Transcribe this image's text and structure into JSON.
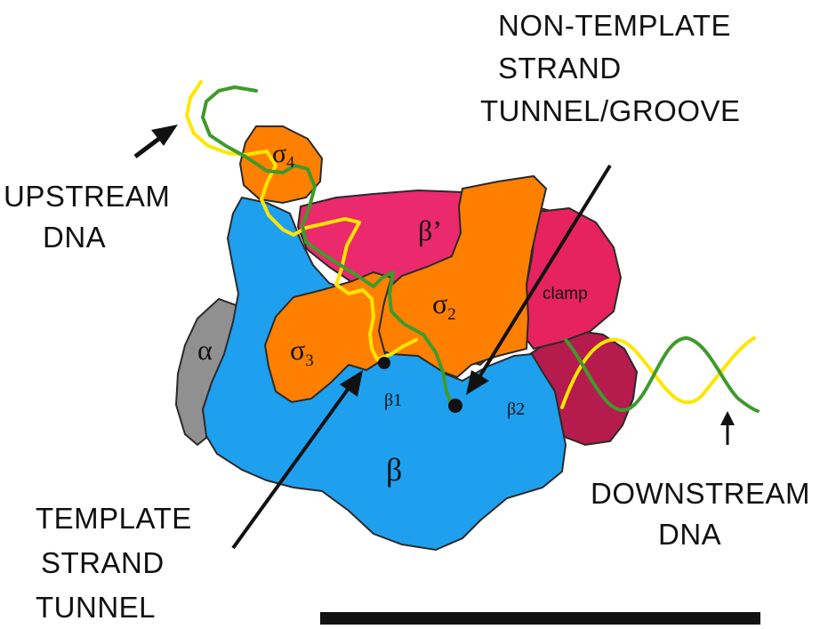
{
  "labels": {
    "non_template_1": "NON-TEMPLATE",
    "non_template_2": "STRAND",
    "non_template_3": "TUNNEL/GROOVE",
    "upstream_1": "UPSTREAM",
    "upstream_2": "DNA",
    "template_1": "TEMPLATE",
    "template_2": "STRAND",
    "template_3": "TUNNEL",
    "downstream_1": "DOWNSTREAM",
    "downstream_2": "DNA"
  },
  "subunits": {
    "sigma4": {
      "symbol": "σ",
      "sub": "4"
    },
    "sigma3": {
      "symbol": "σ",
      "sub": "3"
    },
    "sigma2": {
      "symbol": "σ",
      "sub": "2"
    },
    "beta_prime": "β’",
    "clamp": "clamp",
    "alpha": "α",
    "beta": "β",
    "beta1": "β1",
    "beta2": "β2"
  },
  "colors": {
    "beta": "#1ea0ef",
    "beta_prime": "#ea2a6c",
    "clamp": "#e6225f",
    "downstream_lobe": "#b51b4c",
    "sigma": "#ff8000",
    "alpha": "#909090",
    "template_strand": "#3f9a2c",
    "nontemplate_strand": "#ffe600",
    "outline": "#2a2a2a"
  }
}
